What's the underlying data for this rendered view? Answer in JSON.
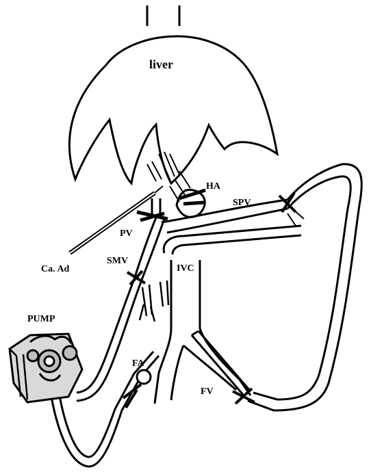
{
  "labels": {
    "liver": "liver",
    "ha": "HA",
    "spv": "SPV",
    "pv": "PV",
    "ca_ad": "Ca. Ad",
    "smv": "SMV",
    "ivc": "IVC",
    "pump": "PUMP",
    "fa": "FA",
    "fv": "FV"
  },
  "colors": {
    "ink": "#000000",
    "paper": "#ffffff",
    "pump_shade": "#bdbdbd"
  }
}
